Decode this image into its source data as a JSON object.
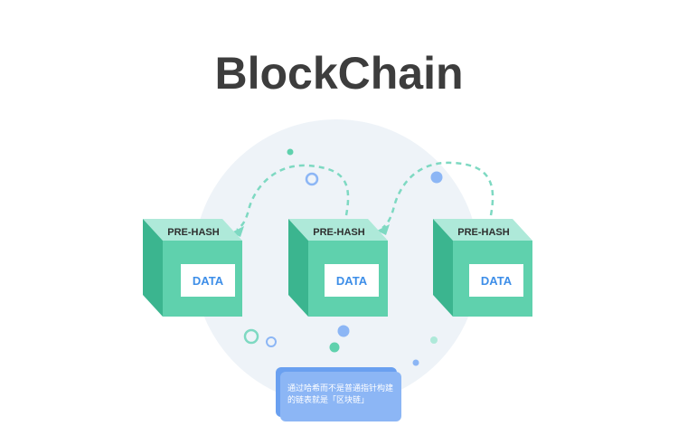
{
  "title": "BlockChain",
  "blocks": [
    {
      "header": "PRE-HASH",
      "body": "DATA"
    },
    {
      "header": "PRE-HASH",
      "body": "DATA"
    },
    {
      "header": "PRE-HASH",
      "body": "DATA"
    }
  ],
  "caption": "通过哈希而不是普通指针构建的链表就是「区块链」",
  "colors": {
    "cube_front": "#5fd1ad",
    "cube_side": "#3bb58f",
    "cube_top": "#aee9d9",
    "data_text": "#3d8ee8",
    "arrow": "#7ed9c2",
    "halo": "#eef3f8",
    "caption_bg": "#8cb6f5"
  }
}
